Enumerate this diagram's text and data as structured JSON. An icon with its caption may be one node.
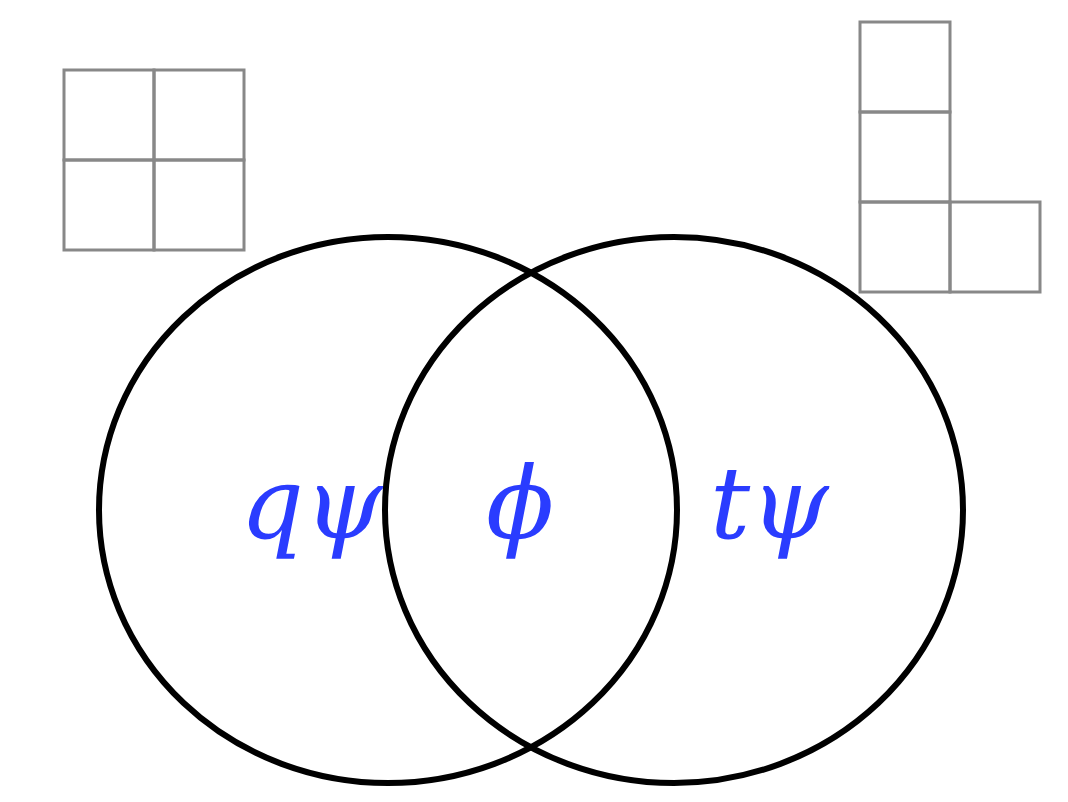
{
  "diagram": {
    "nodes": [
      {
        "text": [
          "qψ"
        ]
      },
      {
        "text": [
          "tψ"
        ]
      }
    ],
    "edges": [],
    "labels": [
      "ϕ"
    ]
  }
}
